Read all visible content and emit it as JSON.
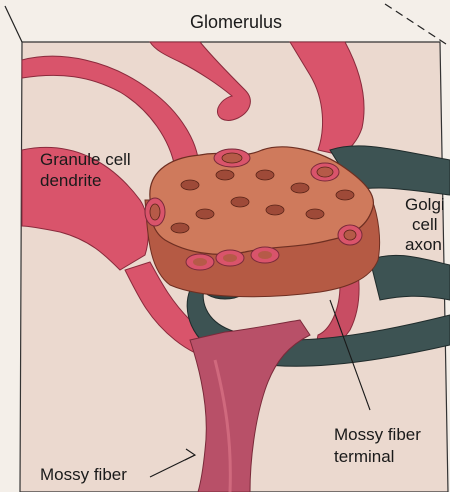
{
  "title": "Glomerulus",
  "labels": {
    "granule_line1": "Granule cell",
    "granule_line2": "dendrite",
    "golgi_line1": "Golgi",
    "golgi_line2": "cell",
    "golgi_line3": "axon",
    "mossy_terminal_line1": "Mossy fiber",
    "mossy_terminal_line2": "terminal",
    "mossy_fiber": "Mossy fiber"
  },
  "colors": {
    "background": "#f1e9e1",
    "panel": "#ebd9cf",
    "dendrite": "#d9546b",
    "dendrite_dark": "#b33a52",
    "mossy_body": "#c4674e",
    "mossy_top": "#cf7a5c",
    "golgi": "#3d5353",
    "vesicle": "#b65a48"
  }
}
